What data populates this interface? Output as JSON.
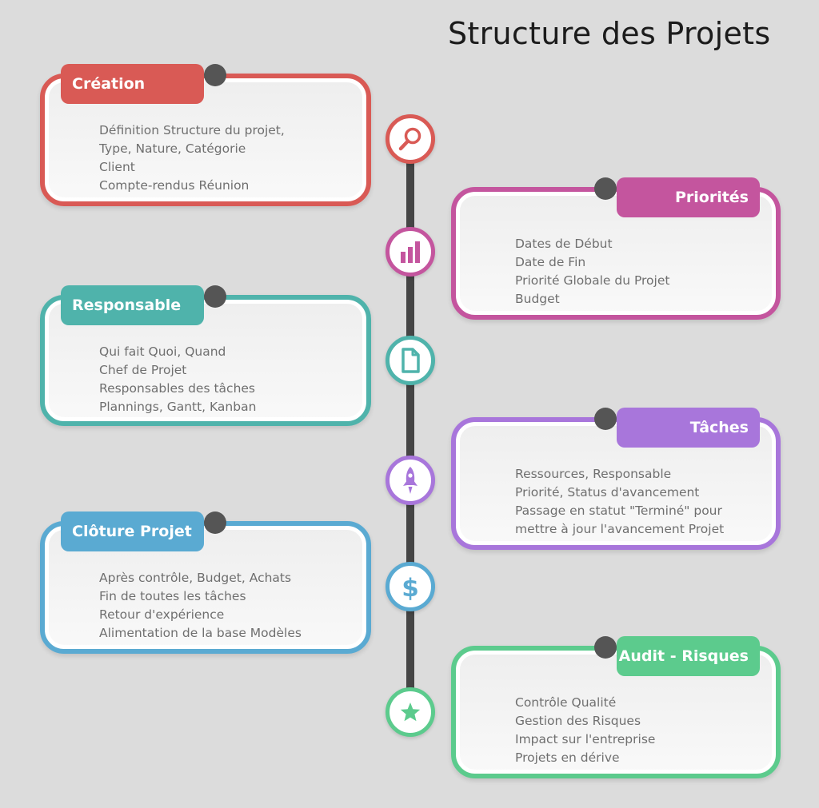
{
  "title": "Structure des Projets",
  "colors": {
    "creation": "#d95a55",
    "priorites": "#c4559e",
    "responsable": "#4fb3ab",
    "taches": "#a876db",
    "cloture": "#5aaad2",
    "audit": "#5ccb8d",
    "line": "#454545"
  },
  "sections": [
    {
      "id": "creation",
      "title": "Création",
      "icon": "magnifier-icon",
      "lines": [
        "Définition Structure du projet,",
        "Type, Nature, Catégorie",
        "Client",
        "Compte-rendus Réunion"
      ]
    },
    {
      "id": "priorites",
      "title": "Priorités",
      "icon": "bar-chart-icon",
      "lines": [
        "Dates de Début",
        "Date de Fin",
        "Priorité Globale du Projet",
        "Budget"
      ]
    },
    {
      "id": "responsable",
      "title": "Responsable",
      "icon": "document-icon",
      "lines": [
        "Qui fait Quoi, Quand",
        "Chef de Projet",
        "Responsables des tâches",
        "Plannings, Gantt, Kanban"
      ]
    },
    {
      "id": "taches",
      "title": "Tâches",
      "icon": "rocket-icon",
      "lines": [
        "Ressources, Responsable",
        "Priorité, Status d'avancement",
        "Passage en statut \"Terminé\" pour",
        "mettre à jour l'avancement Projet"
      ]
    },
    {
      "id": "cloture",
      "title": "Clôture Projet",
      "icon": "dollar-icon",
      "lines": [
        "Après contrôle, Budget, Achats",
        "Fin de toutes les tâches",
        "Retour d'expérience",
        "Alimentation de la base Modèles"
      ]
    },
    {
      "id": "audit",
      "title": "Audit - Risques",
      "icon": "star-icon",
      "lines": [
        "Contrôle Qualité",
        "Gestion des Risques",
        "Impact sur l'entreprise",
        "Projets en dérive"
      ]
    }
  ]
}
